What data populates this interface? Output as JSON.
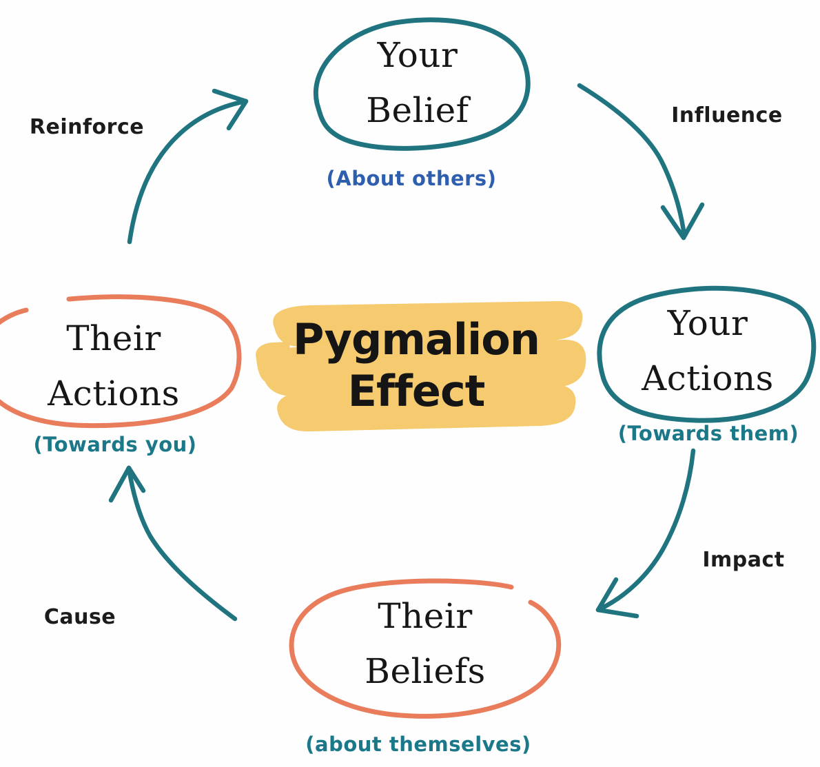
{
  "title": {
    "line1": "Pygmalion",
    "line2": "Effect",
    "highlight_color": "#f6ca6e",
    "text_color": "#151515"
  },
  "nodes": {
    "top": {
      "line1": "Your",
      "line2": "Belief",
      "sub_label": "(About others)",
      "outline_color": "#1f7480",
      "sub_color": "#2e5fae"
    },
    "right": {
      "line1": "Your",
      "line2": "Actions",
      "sub_label": "(Towards them)",
      "outline_color": "#1f7480",
      "sub_color": "#1b7889"
    },
    "bottom": {
      "line1": "Their",
      "line2": "Beliefs",
      "sub_label": "(about themselves)",
      "outline_color": "#e87c5b",
      "sub_color": "#1b7889"
    },
    "left": {
      "line1": "Their",
      "line2": "Actions",
      "sub_label": "(Towards you)",
      "outline_color": "#e87c5b",
      "sub_color": "#1b7889"
    }
  },
  "arrows": {
    "color": "#1f7480",
    "influence": {
      "label": "Influence"
    },
    "impact": {
      "label": "Impact"
    },
    "cause": {
      "label": "Cause"
    },
    "reinforce": {
      "label": "Reinforce"
    }
  }
}
